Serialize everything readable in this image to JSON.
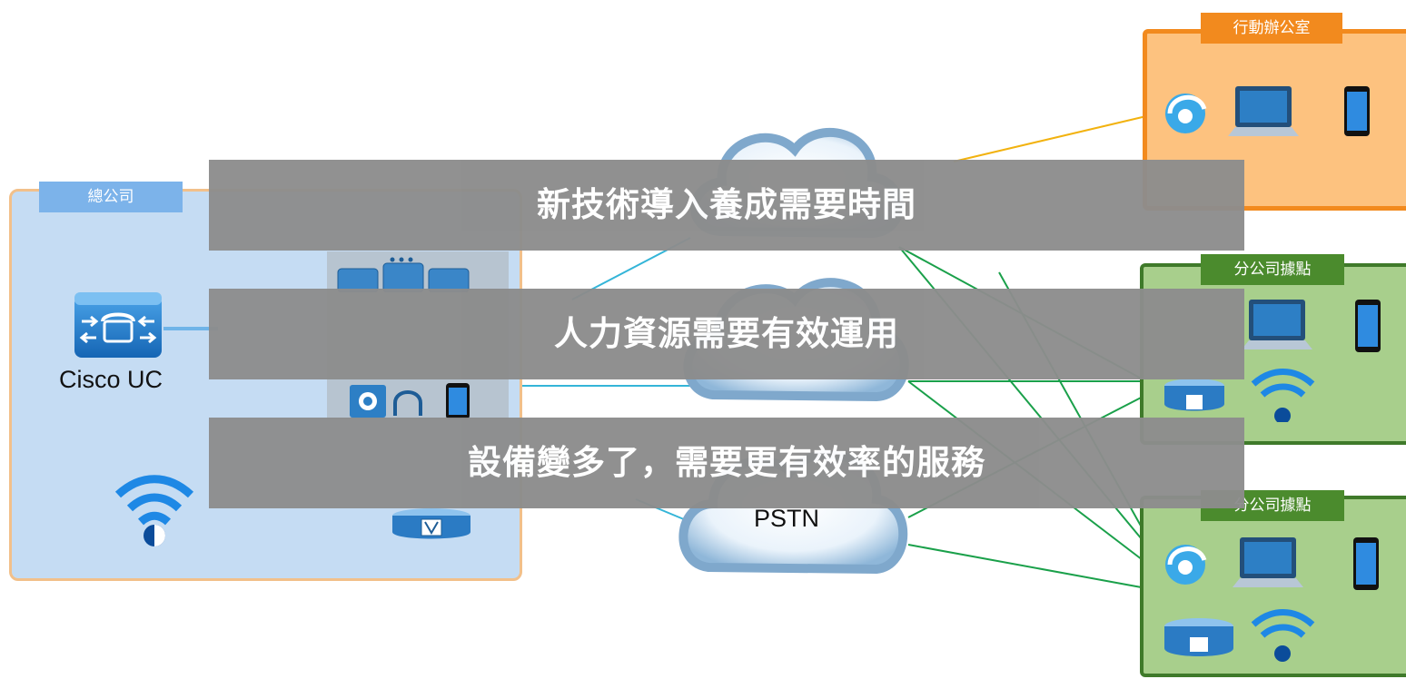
{
  "groups": {
    "hq": {
      "title": "總公司"
    },
    "mobile_office": {
      "title": "行動辦公室"
    },
    "branch_1": {
      "title": "分公司據點"
    },
    "branch_2": {
      "title": "分公司據點"
    }
  },
  "devices": {
    "cisco_uc": {
      "label": "Cisco UC",
      "icon": "call-manager-icon"
    },
    "pstn": {
      "label": "PSTN",
      "icon": "cloud-icon"
    }
  },
  "banners": [
    {
      "text": "新技術導入養成需要時間"
    },
    {
      "text": "人力資源需要有效運用"
    },
    {
      "text": "設備變多了，需要更有效率的服務"
    }
  ],
  "colors": {
    "hq_fill": "#c5dcf3",
    "hq_border": "#f2c08a",
    "mobile_fill": "#fdc27f",
    "mobile_border": "#f28a1e",
    "branch_fill": "#a8cf8c",
    "branch_border": "#3f7a2a",
    "banner": "#8c8c8c",
    "link_blue": "#34b5d8",
    "link_green": "#1aa04a",
    "link_orange": "#f2b20f"
  }
}
